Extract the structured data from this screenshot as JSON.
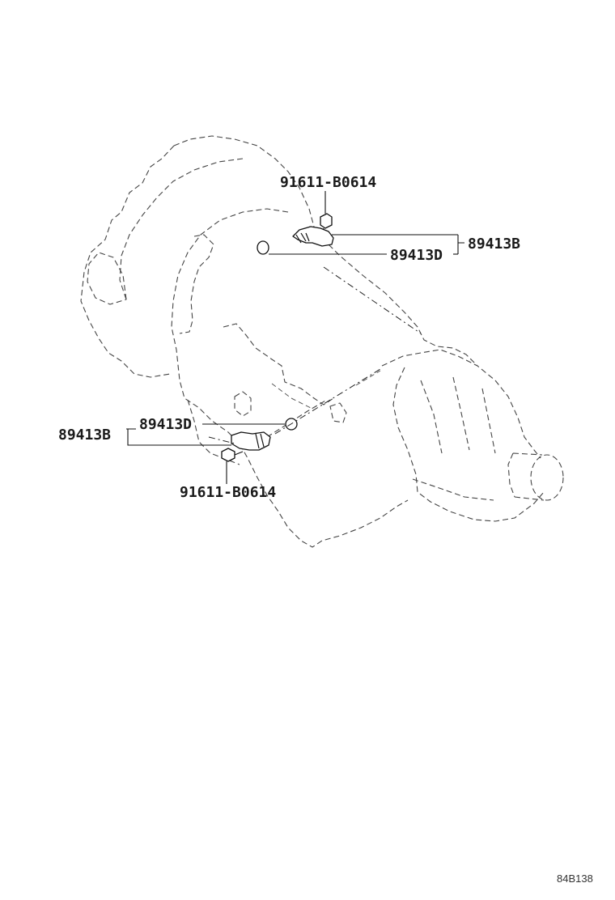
{
  "callouts": {
    "bolt_upper": "91611-B0614",
    "sensor_upper": "89413B",
    "oring_upper": "89413D",
    "sensor_lower": "89413B",
    "oring_lower": "89413D",
    "bolt_lower": "91611-B0614"
  },
  "figure_id": "84B138",
  "colors": {
    "ink": "#111111",
    "background": "#ffffff"
  }
}
